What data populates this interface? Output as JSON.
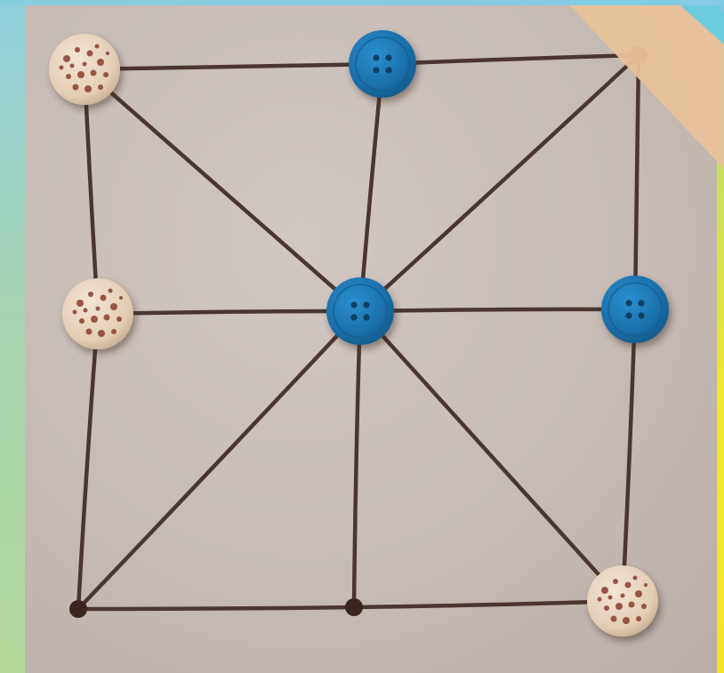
{
  "game": {
    "grid_size": 3,
    "colors": {
      "board_line": "#4a3630",
      "paper": "#c9beb8",
      "blue_piece": "#1f78b4",
      "speckled_piece": "#e9d5c1",
      "speckle": "#8a3d2d",
      "tape": "#e8c29a"
    },
    "points": [
      {
        "id": "top-left",
        "row": 0,
        "col": 0,
        "occupant": "speckled"
      },
      {
        "id": "top-center",
        "row": 0,
        "col": 1,
        "occupant": "blue"
      },
      {
        "id": "top-right",
        "row": 0,
        "col": 2,
        "occupant": "empty"
      },
      {
        "id": "middle-left",
        "row": 1,
        "col": 0,
        "occupant": "speckled"
      },
      {
        "id": "center",
        "row": 1,
        "col": 1,
        "occupant": "blue"
      },
      {
        "id": "middle-right",
        "row": 1,
        "col": 2,
        "occupant": "blue"
      },
      {
        "id": "bottom-left",
        "row": 2,
        "col": 0,
        "occupant": "empty"
      },
      {
        "id": "bottom-center",
        "row": 2,
        "col": 1,
        "occupant": "empty"
      },
      {
        "id": "bottom-right",
        "row": 2,
        "col": 2,
        "occupant": "speckled"
      }
    ],
    "connections": [
      [
        "top-left",
        "top-center"
      ],
      [
        "top-center",
        "top-right"
      ],
      [
        "middle-left",
        "center"
      ],
      [
        "center",
        "middle-right"
      ],
      [
        "bottom-left",
        "bottom-center"
      ],
      [
        "bottom-center",
        "bottom-right"
      ],
      [
        "top-left",
        "middle-left"
      ],
      [
        "middle-left",
        "bottom-left"
      ],
      [
        "top-center",
        "center"
      ],
      [
        "center",
        "bottom-center"
      ],
      [
        "top-right",
        "middle-right"
      ],
      [
        "middle-right",
        "bottom-right"
      ],
      [
        "top-left",
        "center"
      ],
      [
        "center",
        "bottom-right"
      ],
      [
        "top-right",
        "center"
      ],
      [
        "center",
        "bottom-left"
      ]
    ]
  }
}
